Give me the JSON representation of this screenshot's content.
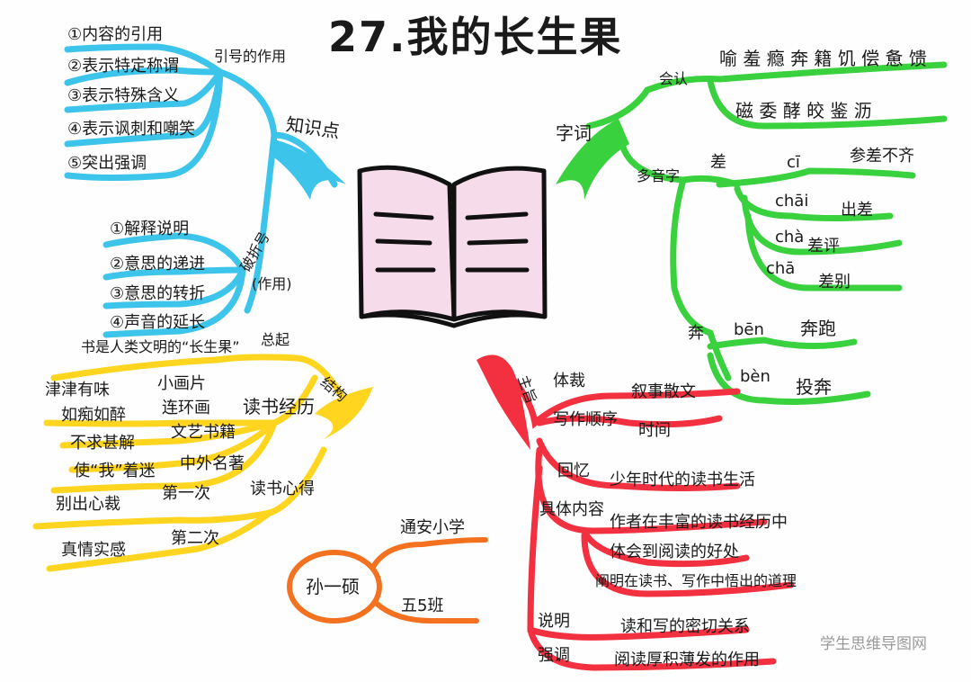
{
  "title": "27.我的长生果",
  "watermark": "学生思维导图网",
  "colors": {
    "blue": "#3cc4ea",
    "green": "#3ad13f",
    "yellow": "#ffd51f",
    "red": "#f2303f",
    "orange": "#f4711f",
    "book": "#f6dceb"
  },
  "blue": {
    "knowledge": "知识点",
    "quote_use": "引号的作用",
    "quote_items": [
      "①内容的引用",
      "②表示特定称谓",
      "③表示特殊含义",
      "④表示讽刺和嘲笑",
      "⑤突出强调"
    ],
    "dash_use": "破折号",
    "dash_use_sub": "(作用)",
    "dash_items": [
      "①解释说明",
      "②意思的递进",
      "③意思的转折",
      "④声音的延长"
    ]
  },
  "green": {
    "ziciword": "字词",
    "huiren": "会认",
    "row1": "喻 羞 瘾 奔 籍 饥 偿 惫 馈",
    "row2": "磁 委 酵 皎 鉴 沥",
    "duoyin": "多音字",
    "cha": "差",
    "ci": "cī",
    "cenci": "参差不齐",
    "chai": "chāi",
    "chuchai": "出差",
    "cha4": "chà",
    "chaping": "差评",
    "cha1": "chā",
    "chabie": "差别",
    "ben": "奔",
    "ben1": "bēn",
    "benpao": "奔跑",
    "ben4": "bèn",
    "touben": "投奔"
  },
  "yellow": {
    "zongqi": "总起",
    "book_fruit": "书是人类文明的“长生果”",
    "jiegou": "结构",
    "dushu": "读书经历",
    "jinjin": "津津有味",
    "xiaohuapian": "小画片",
    "ruchi": "如痴如醉",
    "lianhuanhua": "连环画",
    "bujie": "不求甚解",
    "wenyi": "文艺书籍",
    "shiwo": "使“我”着迷",
    "zhongwai": "中外名著",
    "xinde": "读书心得",
    "biechu": "别出心裁",
    "diyici": "第一次",
    "zhenqing": "真情实感",
    "dierci": "第二次"
  },
  "red": {
    "zhuzhi": "主旨",
    "ticai": "体裁",
    "xushi": "叙事散文",
    "xiezuo": "写作顺序",
    "shijian": "时间",
    "huiyi": "回忆",
    "shaonian": "少年时代的读书生活",
    "juti": "具体内容",
    "zuozhe": "作者在丰富的读书经历中",
    "tihui": "体会到阅读的好处",
    "chanming": "阐明在读书、写作中悟出的道理",
    "shuoming": "说明",
    "duxie": "读和写的密切关系",
    "qiangdiao": "强调",
    "yuedu": "阅读厚积薄发的作用"
  },
  "orange": {
    "school": "通安小学",
    "name": "孙一硕",
    "klass": "五5班"
  }
}
